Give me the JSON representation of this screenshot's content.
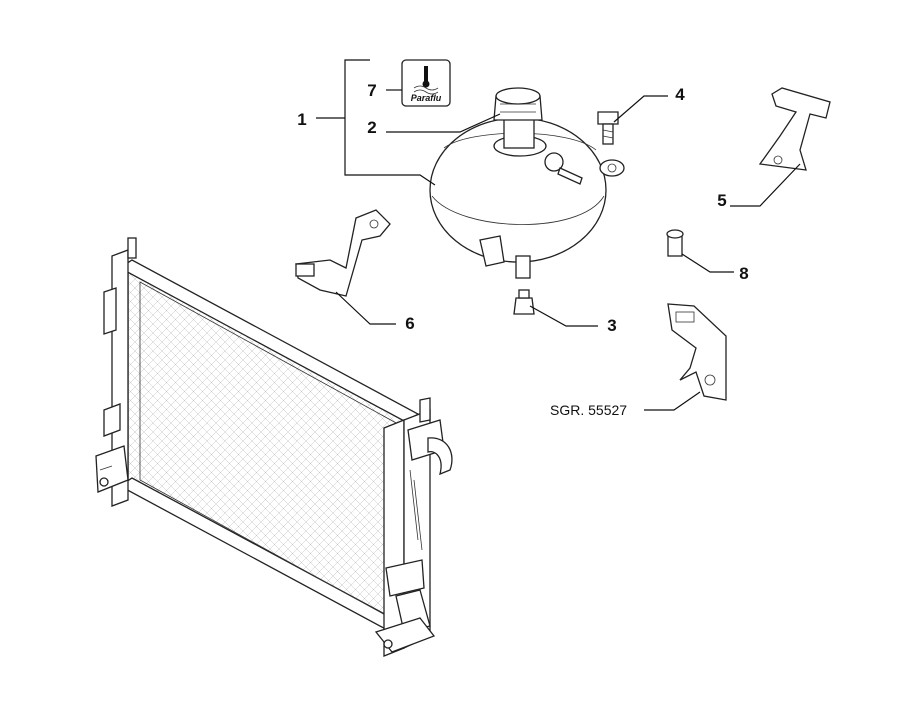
{
  "callouts": [
    {
      "id": "1",
      "label": "1"
    },
    {
      "id": "2",
      "label": "2"
    },
    {
      "id": "3",
      "label": "3"
    },
    {
      "id": "4",
      "label": "4"
    },
    {
      "id": "5",
      "label": "5"
    },
    {
      "id": "6",
      "label": "6"
    },
    {
      "id": "7",
      "label": "7"
    },
    {
      "id": "8",
      "label": "8"
    }
  ],
  "reference_label": "SGR. 55527",
  "label_card": {
    "text": "Paraflu",
    "icon": "coolant-thermometer-icon"
  }
}
